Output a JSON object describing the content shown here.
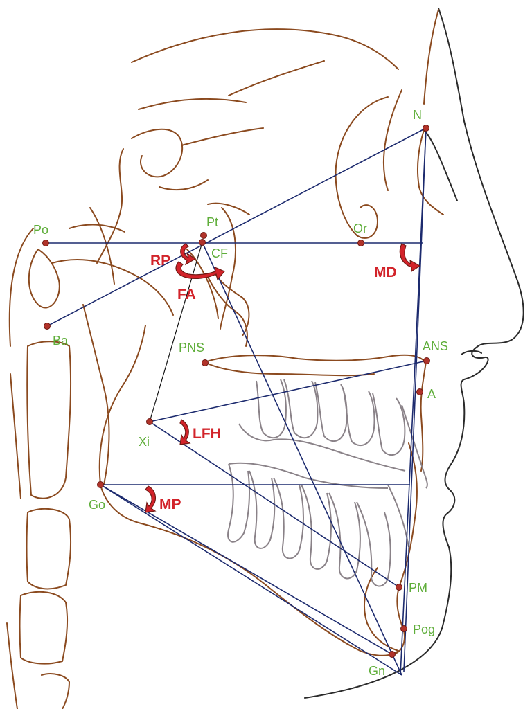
{
  "colors": {
    "bone": "#8b4a1f",
    "soft_tissue": "#2a2a2a",
    "teeth": "#8a8288",
    "reference_lines": "#1c2a6e",
    "landmark": "#b0332a",
    "landmark_label": "#5fae3a",
    "angle_label": "#d2232a"
  },
  "landmarks": {
    "po": "Po",
    "pt": "Pt",
    "cf": "CF",
    "or": "Or",
    "n": "N",
    "ba": "Ba",
    "pns": "PNS",
    "ans": "ANS",
    "a": "A",
    "xi": "Xi",
    "go": "Go",
    "pm": "PM",
    "pog": "Pog",
    "gn": "Gn"
  },
  "angles": {
    "rp": "RP",
    "fa": "FA",
    "md": "MD",
    "lfh": "LFH",
    "mp": "MP"
  }
}
